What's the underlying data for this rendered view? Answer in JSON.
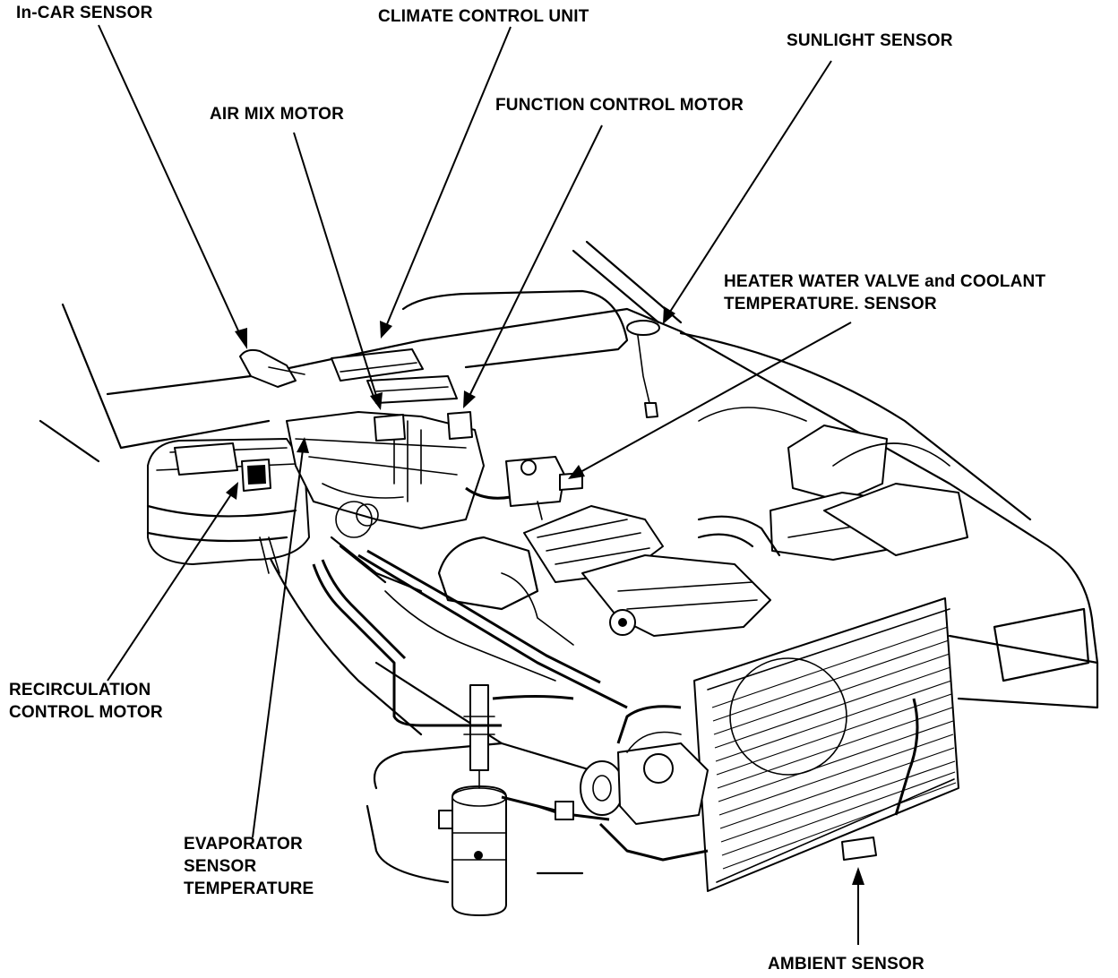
{
  "labels": {
    "in_car_sensor": "In-CAR SENSOR",
    "climate_control_unit": "CLIMATE CONTROL UNIT",
    "sunlight_sensor": "SUNLIGHT SENSOR",
    "air_mix_motor": "AIR MIX MOTOR",
    "function_control_motor": "FUNCTION CONTROL MOTOR",
    "heater_water_valve_line1": "HEATER WATER VALVE and COOLANT",
    "heater_water_valve_line2": "TEMPERATURE. SENSOR",
    "recirculation_line1": "RECIRCULATION",
    "recirculation_line2": "CONTROL MOTOR",
    "evaporator_line1": "EVAPORATOR",
    "evaporator_line2": "SENSOR",
    "evaporator_line3": "TEMPERATURE",
    "ambient_sensor": "AMBIENT SENSOR"
  },
  "colors": {
    "ink": "#000000",
    "paper": "#ffffff"
  }
}
